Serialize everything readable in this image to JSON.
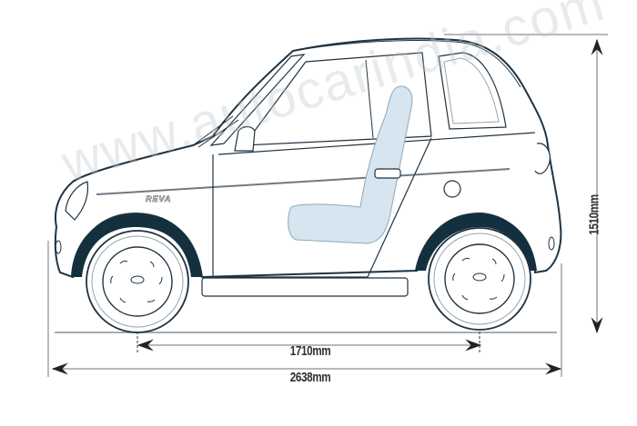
{
  "figure": {
    "subject": "Side elevation of a compact two-door electric city car",
    "badge_text": "REVA",
    "watermark": "www.autocarindia.com",
    "colors": {
      "outline": "#1f3342",
      "wheel_arch": "#14303f",
      "seat_fill": "#d6e5f0",
      "dimension_line": "#8a8f94",
      "label_text": "#2b2f33"
    }
  },
  "dimensions": {
    "wheelbase": {
      "label": "1710mm",
      "value_mm": 1710
    },
    "overall_length": {
      "label": "2638mm",
      "value_mm": 2638
    },
    "overall_height": {
      "label": "1510mm",
      "value_mm": 1510
    }
  }
}
